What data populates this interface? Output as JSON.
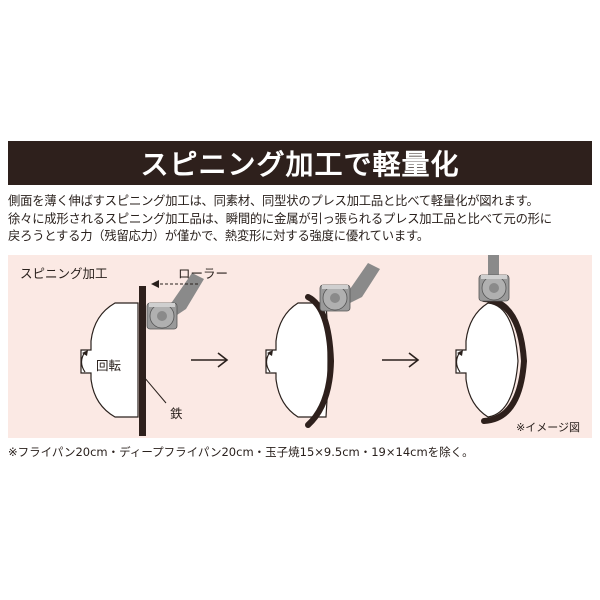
{
  "header": {
    "title": "スピニング加工で軽量化"
  },
  "description": {
    "lines": [
      "側面を薄く伸ばすスピニング加工は、同素材、同型状のプレス加工品と比べて軽量化が図れます。",
      "徐々に成形されるスピニング加工品は、瞬間的に金属が引っ張られるプレス加工品と比べて元の形に",
      "戻ろうとする力（残留応力）が僅かで、熱変形に対する強度に優れています。"
    ]
  },
  "diagram": {
    "heading": "スピニング加工",
    "roller_label": "ローラー",
    "rotation_label": "回転",
    "iron_label": "鉄",
    "image_note": "※イメージ図",
    "colors": {
      "panel": "#fbe9e4",
      "mold": "#ffffff",
      "outline": "#2a211d",
      "roller": "#8a8a8a",
      "metal": "#2e201c"
    }
  },
  "footnote": "※フライパン20cm・ディープフライパン20cm・玉子焼15×9.5cm・19×14cmを除く。"
}
